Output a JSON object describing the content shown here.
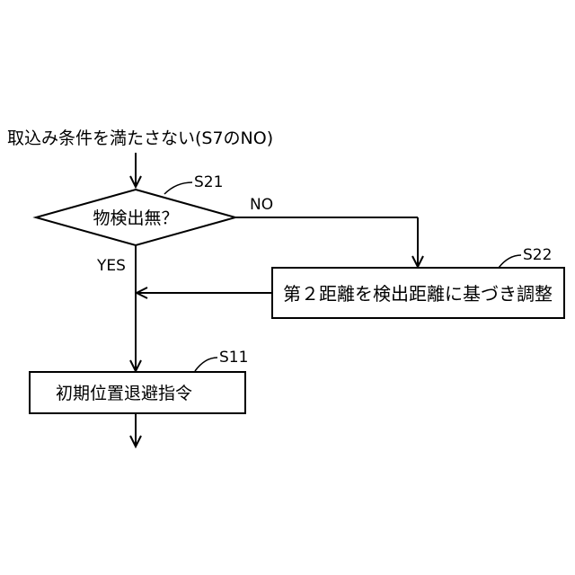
{
  "entry_condition": "取込み条件を満たさない(S7のNO)",
  "decision": {
    "step_id": "S21",
    "text": "物検出無？",
    "yes_label": "YES",
    "no_label": "NO"
  },
  "process_adjust": {
    "step_id": "S22",
    "text": "第２距離を検出距離に基づき調整"
  },
  "process_retreat": {
    "step_id": "S11",
    "text": "初期位置退避指令"
  }
}
